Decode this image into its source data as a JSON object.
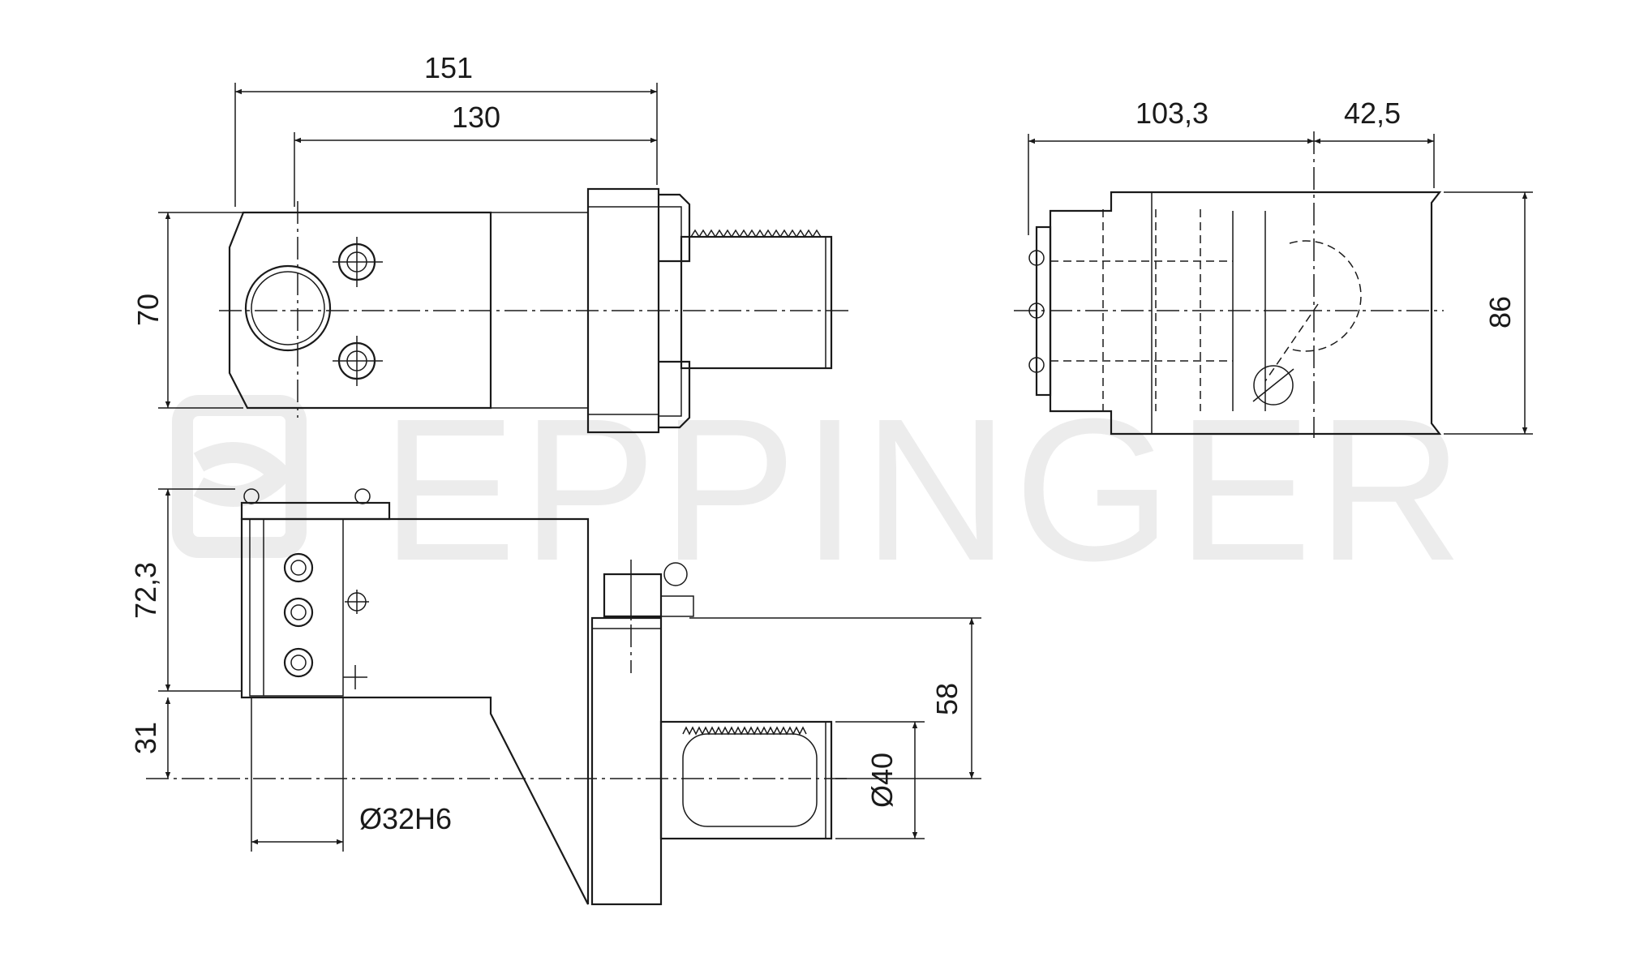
{
  "watermark": {
    "brand": "EPPINGER"
  },
  "dimensions": {
    "overall_length": "151",
    "body_length": "130",
    "height_front": "70",
    "length_side": "103,3",
    "offset_side": "42,5",
    "height_side": "86",
    "height_bottom": "72,3",
    "offset_bottom": "31",
    "shank_offset": "58",
    "shank_diameter": "Ø40",
    "bore_diameter": "Ø32H6"
  },
  "colors": {
    "line": "#1a1a1a",
    "watermark": "#ececec",
    "background": "#ffffff"
  }
}
